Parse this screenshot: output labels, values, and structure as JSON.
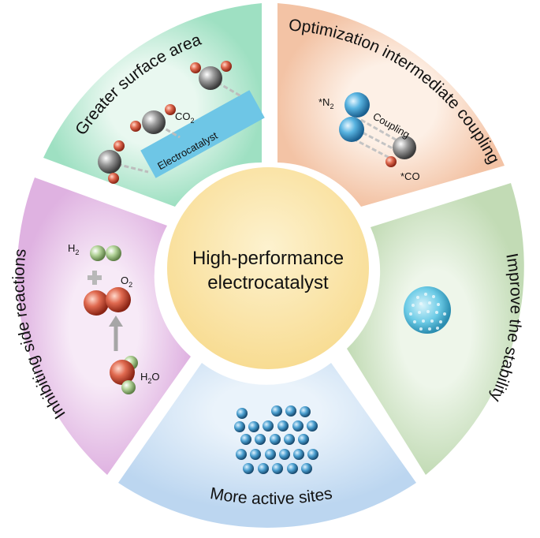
{
  "center": {
    "line1": "High-performance",
    "line2": "electrocatalyst"
  },
  "segments": {
    "surface": {
      "label": "Greater surface area",
      "co2": "CO",
      "co2_sub": "2",
      "catalyst": "Electrocatalyst"
    },
    "coupling": {
      "label": "Optimization intermediate coupling",
      "n2": "*N",
      "n2_sub": "2",
      "coupling": "Coupling",
      "co": "*CO"
    },
    "stability": {
      "label": "Improve the stability"
    },
    "sites": {
      "label": "More active sites"
    },
    "side": {
      "label": "Inhibiting side reactions",
      "h2": "H",
      "h2_sub": "2",
      "o2": "O",
      "o2_sub": "2",
      "h2o": "H",
      "h2o_sub": "2",
      "h2o_tail": "O"
    }
  },
  "colors": {
    "surface": "#b9e8d3",
    "coupling": "#f7d2bc",
    "stability": "#cfe3c5",
    "sites": "#cde0f3",
    "side": "#e9c6ea",
    "center": "#fbe5a6"
  }
}
